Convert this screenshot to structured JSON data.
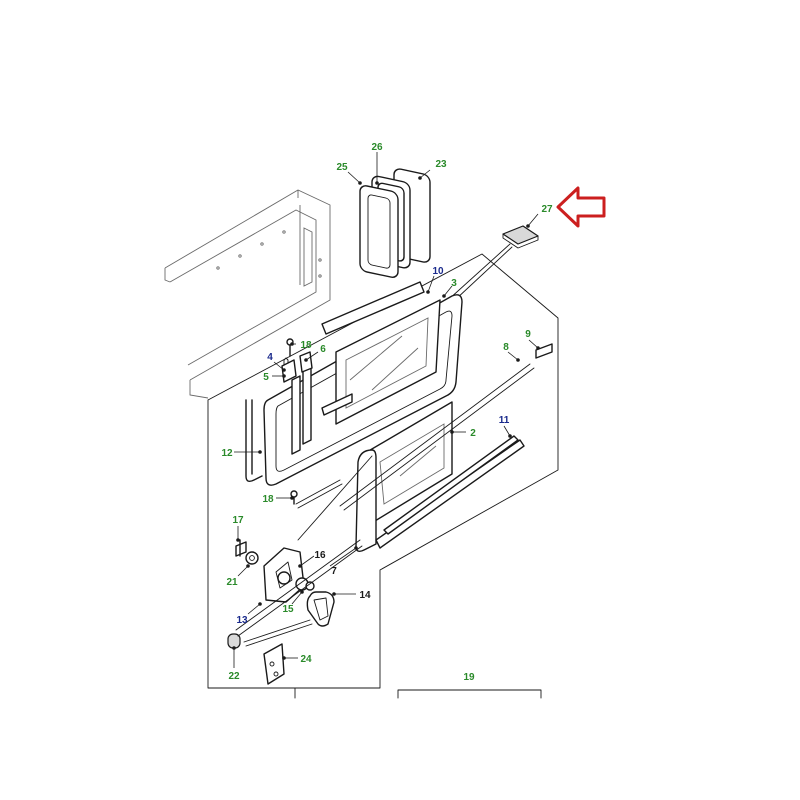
{
  "colors": {
    "callout_green": "#2a8a2a",
    "callout_blue": "#1a2a8c",
    "callout_black": "#1a1a1a",
    "pointer_red": "#cc1f1f"
  },
  "highlight": {
    "icon": "left-arrow-icon",
    "points_to_callout": "27"
  },
  "callouts": [
    {
      "id": "26",
      "text": "26",
      "color": "green"
    },
    {
      "id": "25",
      "text": "25",
      "color": "green"
    },
    {
      "id": "23",
      "text": "23",
      "color": "green"
    },
    {
      "id": "27",
      "text": "27",
      "color": "green"
    },
    {
      "id": "10",
      "text": "10",
      "color": "blue"
    },
    {
      "id": "3",
      "text": "3",
      "color": "green"
    },
    {
      "id": "9",
      "text": "9",
      "color": "green"
    },
    {
      "id": "8",
      "text": "8",
      "color": "green"
    },
    {
      "id": "18a",
      "text": "18",
      "color": "green"
    },
    {
      "id": "4",
      "text": "4",
      "color": "blue"
    },
    {
      "id": "6",
      "text": "6",
      "color": "green"
    },
    {
      "id": "5",
      "text": "5",
      "color": "green"
    },
    {
      "id": "11",
      "text": "11",
      "color": "blue"
    },
    {
      "id": "2",
      "text": "2",
      "color": "green"
    },
    {
      "id": "12",
      "text": "12",
      "color": "green"
    },
    {
      "id": "18b",
      "text": "18",
      "color": "green"
    },
    {
      "id": "17",
      "text": "17",
      "color": "green"
    },
    {
      "id": "16",
      "text": "16",
      "color": "black"
    },
    {
      "id": "21",
      "text": "21",
      "color": "green"
    },
    {
      "id": "7",
      "text": "7",
      "color": "black"
    },
    {
      "id": "13",
      "text": "13",
      "color": "blue"
    },
    {
      "id": "15",
      "text": "15",
      "color": "green"
    },
    {
      "id": "14",
      "text": "14",
      "color": "black"
    },
    {
      "id": "24",
      "text": "24",
      "color": "green"
    },
    {
      "id": "22",
      "text": "22",
      "color": "green"
    },
    {
      "id": "19",
      "text": "19",
      "color": "green"
    }
  ]
}
